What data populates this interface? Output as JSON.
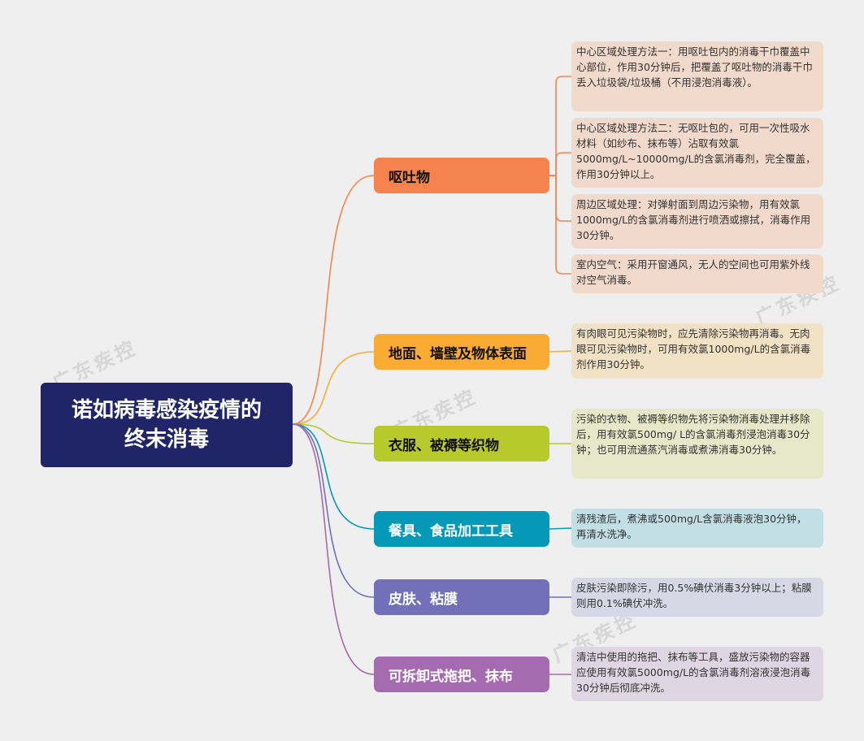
{
  "root": {
    "title_line1": "诺如病毒感染疫情的",
    "title_line2": "终末消毒"
  },
  "watermark": "广东疾控",
  "colors": {
    "root_bg": "#1f2566",
    "branch1": "#f5834e",
    "branch2": "#f9ab33",
    "branch3": "#b7c92b",
    "branch4": "#0599b8",
    "branch5": "#7170b8",
    "branch6": "#a56bb0"
  },
  "branches": [
    {
      "label": "呕吐物",
      "color": "#f5834e",
      "leaf_bg": "#f1d9cc",
      "leaves": [
        "中心区域处理方法一：用呕吐包内的消毒干巾覆盖中心部位，作用30分钟后，把覆盖了呕吐物的消毒干巾丢入垃圾袋/垃圾桶（不用浸泡消毒液）。",
        "中心区域处理方法二：无呕吐包的，可用一次性吸水材料（如纱布、抹布等）沾取有效氯5000mg/L~10000mg/L的含氯消毒剂，完全覆盖，作用30分钟以上。",
        "周边区域处理：对弹射面到周边污染物，用有效氯1000mg/L的含氯消毒剂进行喷洒或擦拭，消毒作用30分钟。",
        "室内空气：采用开窗通风，无人的空间也可用紫外线对空气消毒。"
      ]
    },
    {
      "label": "地面、墙壁及物体表面",
      "color": "#f9ab33",
      "leaf_bg": "#f2e2c5",
      "leaves": [
        "有肉眼可见污染物时，应先清除污染物再消毒。无肉眼可见污染物时，可用有效氯1000mg/L的含氯消毒剂作用30分钟。"
      ]
    },
    {
      "label": "衣服、被褥等织物",
      "color": "#b7c92b",
      "leaf_bg": "#e6e8c9",
      "leaves": [
        "污染的衣物、被褥等织物先将污染物消毒处理并移除后，用有效氯500mg/ L的含氯消毒剂浸泡消毒30分钟；也可用流通蒸汽消毒或煮沸消毒30分钟。"
      ]
    },
    {
      "label": "餐具、食品加工工具",
      "color": "#0599b8",
      "leaf_bg": "#c3dfe6",
      "leaves": [
        "清残渣后，煮沸或500mg/L含氯消毒液泡30分钟，再清水洗净。"
      ]
    },
    {
      "label": "皮肤、粘膜",
      "color": "#7170b8",
      "leaf_bg": "#d7d7e5",
      "leaves": [
        "皮肤污染即除污，用0.5%碘伏消毒3分钟以上；粘膜则用0.1%碘伏冲洗。"
      ]
    },
    {
      "label": "可拆卸式拖把、抹布",
      "color": "#a56bb0",
      "leaf_bg": "#e0d5e2",
      "leaves": [
        "清洁中使用的拖把、抹布等工具，盛放污染物的容器应使用有效氯5000mg/L的含氯消毒剂溶液浸泡消毒30分钟后彻底冲洗。"
      ]
    }
  ]
}
